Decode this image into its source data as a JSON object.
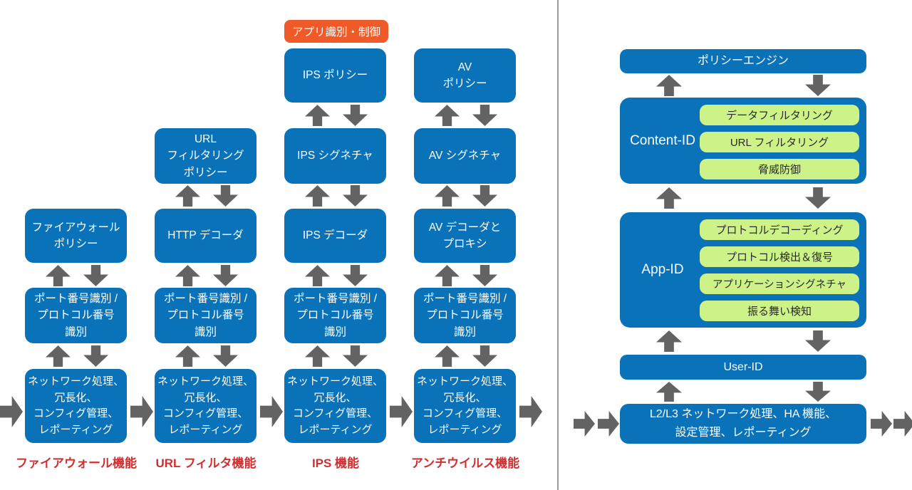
{
  "colors": {
    "box_blue": "#0a72b9",
    "tag_orange": "#ef5a28",
    "item_green": "#cdf288",
    "arrow_gray": "#636363",
    "caption_red": "#cf2f2f",
    "divider_gray": "#9b9b9b"
  },
  "left_section": {
    "app_tag": "アプリ識別・制御",
    "columns": [
      {
        "caption": "ファイアウォール機能",
        "boxes": [
          "ファイアウォール\nポリシー",
          "ポート番号識別 /\nプロトコル番号\n識別",
          "ネットワーク処理、\n冗長化、\nコンフィグ管理、\nレポーティング"
        ]
      },
      {
        "caption": "URL フィルタ機能",
        "boxes": [
          "URL\nフィルタリング\nポリシー",
          "HTTP デコーダ",
          "ポート番号識別 /\nプロトコル番号\n識別",
          "ネットワーク処理、\n冗長化、\nコンフィグ管理、\nレポーティング"
        ]
      },
      {
        "caption": "IPS 機能",
        "boxes": [
          "IPS ポリシー",
          "IPS シグネチャ",
          "IPS デコーダ",
          "ポート番号識別 /\nプロトコル番号\n識別",
          "ネットワーク処理、\n冗長化、\nコンフィグ管理、\nレポーティング"
        ]
      },
      {
        "caption": "アンチウイルス機能",
        "boxes": [
          "AV\nポリシー",
          "AV シグネチャ",
          "AV デコーダと\nプロキシ",
          "ポート番号識別 /\nプロトコル番号\n識別",
          "ネットワーク処理、\n冗長化、\nコンフィグ管理、\nレポーティング"
        ]
      }
    ]
  },
  "right_section": {
    "policy_engine": "ポリシーエンジン",
    "content_id": {
      "label": "Content-ID",
      "items": [
        "データフィルタリング",
        "URL フィルタリング",
        "脅威防御"
      ]
    },
    "app_id": {
      "label": "App-ID",
      "items": [
        "プロトコルデコーディング",
        "プロトコル検出＆復号",
        "アプリケーションシグネチャ",
        "振る舞い検知"
      ]
    },
    "user_id": "User-ID",
    "l2l3": "L2/L3 ネットワーク処理、HA 機能、\n設定管理、レポーティング"
  }
}
